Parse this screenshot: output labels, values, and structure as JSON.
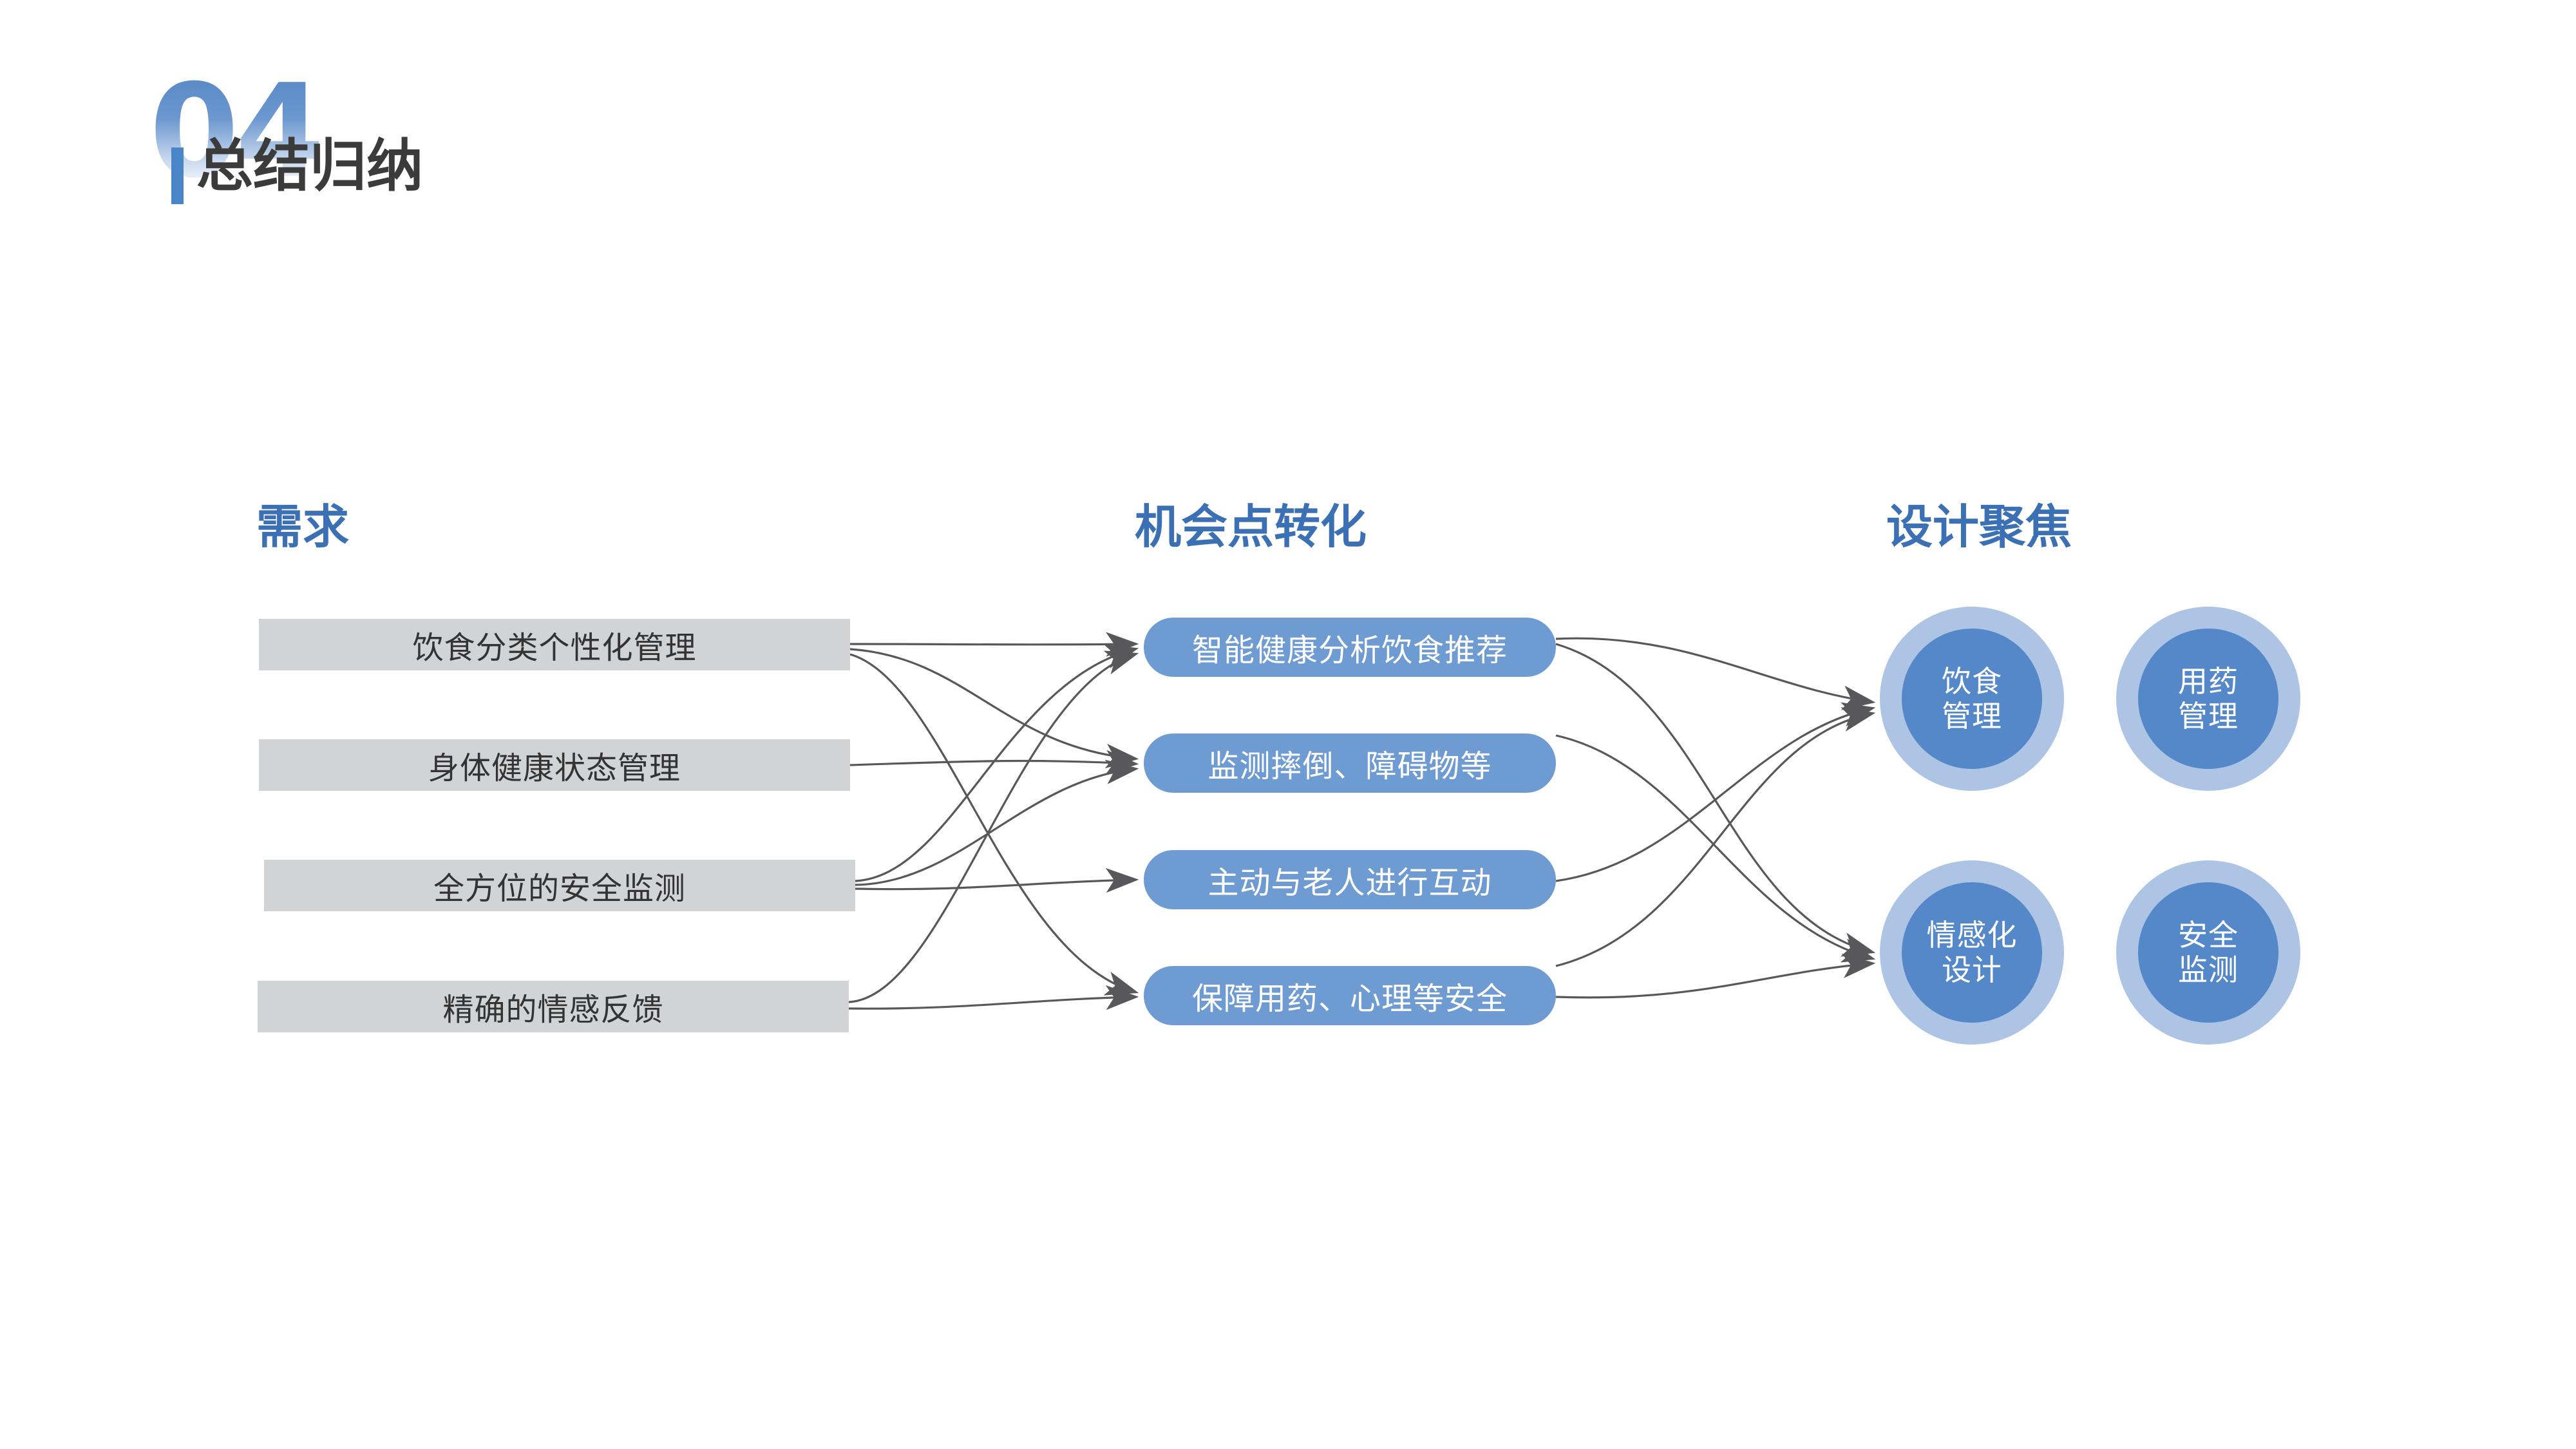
{
  "header": {
    "number": "04",
    "title": "总结归纳",
    "accent_color": "#4a85c8",
    "title_color": "#3b3b3b"
  },
  "columns": {
    "need_heading": "需求",
    "opportunity_heading": "机会点转化",
    "focus_heading": "设计聚焦",
    "heading_color": "#3c70b4"
  },
  "needs": [
    {
      "label": "饮食分类个性化管理"
    },
    {
      "label": "身体健康状态管理"
    },
    {
      "label": "全方位的安全监测"
    },
    {
      "label": "精确的情感反馈"
    }
  ],
  "opportunities": [
    {
      "label": "智能健康分析饮食推荐"
    },
    {
      "label": "监测摔倒、障碍物等"
    },
    {
      "label": "主动与老人进行互动"
    },
    {
      "label": "保障用药、心理等安全"
    }
  ],
  "focuses": [
    {
      "line1": "饮食",
      "line2": "管理"
    },
    {
      "line1": "用药",
      "line2": "管理"
    },
    {
      "line1": "情感化",
      "line2": "设计"
    },
    {
      "line1": "安全",
      "line2": "监测"
    }
  ],
  "colors": {
    "need_box": "#d2d3d5",
    "need_text": "#333333",
    "pill": "#6e9bd2",
    "pill_text": "#ffffff",
    "circle_ring": "#aec4e4",
    "circle_inner": "#5488c8",
    "circle_text": "#ffffff",
    "connector": "#58585b",
    "background": "#ffffff"
  },
  "connections": {
    "need_to_opportunity": [
      {
        "from": 0,
        "to": 0
      },
      {
        "from": 0,
        "to": 1
      },
      {
        "from": 0,
        "to": 3
      },
      {
        "from": 1,
        "to": 1
      },
      {
        "from": 2,
        "to": 0
      },
      {
        "from": 2,
        "to": 1
      },
      {
        "from": 2,
        "to": 2
      },
      {
        "from": 3,
        "to": 0
      },
      {
        "from": 3,
        "to": 3
      }
    ],
    "opportunity_to_focus": [
      {
        "from": 0,
        "to": 0
      },
      {
        "from": 0,
        "to": 2
      },
      {
        "from": 1,
        "to": 2
      },
      {
        "from": 2,
        "to": 0
      },
      {
        "from": 3,
        "to": 0
      },
      {
        "from": 3,
        "to": 2
      }
    ]
  }
}
